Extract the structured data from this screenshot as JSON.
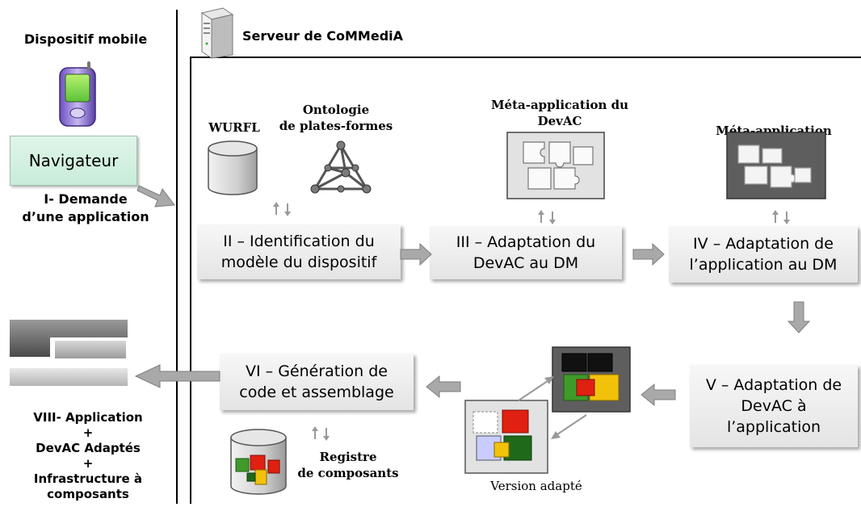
{
  "left_panel": {
    "title": "Dispositif mobile",
    "navigator": "Navigateur",
    "request_label": [
      "I- Demande",
      "d’une application"
    ],
    "result_label": [
      "VIII- Application",
      "+",
      "DevAC Adaptés",
      "+",
      "Infrastructure à",
      "composants"
    ]
  },
  "server": {
    "title": "Serveur de CoMMediA"
  },
  "resources": {
    "wurfl": "WURFL",
    "ontology": [
      "Ontologie",
      "de plates-formes"
    ],
    "meta_devac": [
      "Méta-application du",
      "DevAC"
    ],
    "meta_app": "Méta-application",
    "registry": [
      "Registre",
      "de composants"
    ],
    "version": "Version adapté"
  },
  "steps": {
    "s2": [
      "II – Identification du",
      "modèle du dispositif"
    ],
    "s3": [
      "III – Adaptation du",
      "DevAC au DM"
    ],
    "s4": [
      "IV – Adaptation de",
      "l’application au DM"
    ],
    "s5": [
      "V – Adaptation de",
      "DevAC à",
      "l’application"
    ],
    "s6": [
      "VI – Génération de",
      "code et assemblage"
    ]
  },
  "colors": {
    "arrow_gray": "#9a9a9a",
    "navigator_bg": "#d4f0e0",
    "dark_panel": "#5e5e5e",
    "puzzle_red": "#e02010",
    "puzzle_green": "#3f9a2a",
    "puzzle_yellow": "#f2c20a"
  }
}
